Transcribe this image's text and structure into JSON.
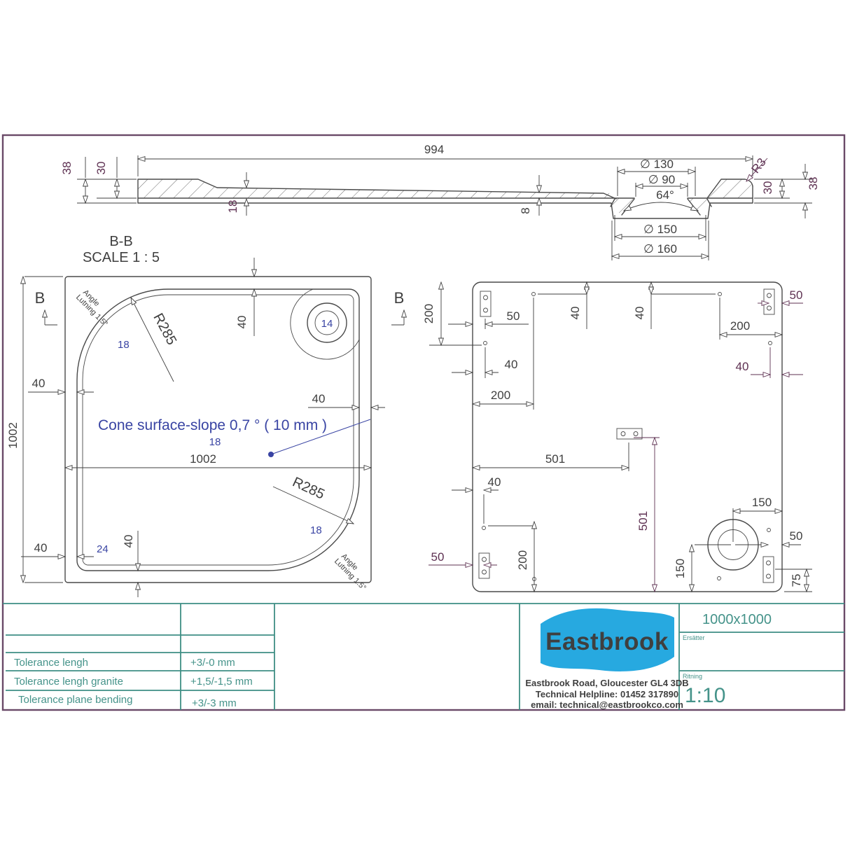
{
  "colors": {
    "border": "#6a4a68",
    "line": "#4a4a4a",
    "dim": "#3f3f3f",
    "maroon": "#5e3152",
    "blue": "#3944a3",
    "teal_line": "#3e8e84",
    "teal_text": "#45938a",
    "brand_blue": "#27a9e0"
  },
  "section": {
    "name_line1": "B-B",
    "name_line2": "SCALE 1 : 5",
    "length": "994",
    "h38_left": "38",
    "h30_left": "30",
    "t18": "18",
    "t8": "8",
    "d130": "∅ 130",
    "d90": "∅ 90",
    "angle": "64°",
    "d150": "∅ 150",
    "d160": "∅ 160",
    "r3": "R3",
    "h30_right": "30",
    "h38_right": "38"
  },
  "plan": {
    "marker_left": "B",
    "marker_right": "B",
    "angle_note_line1": "Angle",
    "angle_note_line2": "Lutning 1.5°",
    "radius_top": "R285",
    "radius_bottom": "R285",
    "width": "1002",
    "height": "1002",
    "rim_top": "40",
    "rim_left": "40",
    "rim_bottom_left": "40",
    "rim_bottom": "40",
    "rim_right": "40",
    "depth_tl": "18",
    "depth_c": "18",
    "depth_br": "18",
    "depth_bl": "24",
    "waste_depth": "14",
    "cone_note": "Cone surface-slope  0,7 ° ( 10 mm )"
  },
  "fixing": {
    "v200_tl": "200",
    "h50_tl": "50",
    "h40_l": "40",
    "h200_l": "200",
    "v40_t1": "40",
    "v40_t2": "40",
    "h200_tr": "200",
    "h50_tr": "50",
    "h40_r": "40",
    "h501": "501",
    "v501": "501",
    "h40_m": "40",
    "v200_b": "200",
    "h50_bl": "50",
    "h150_br": "150",
    "v150_br": "150",
    "h50_br": "50",
    "v75_br": "75"
  },
  "title_block": {
    "tolerances": [
      {
        "label": "Tolerance lengh",
        "value": "+3/-0 mm"
      },
      {
        "label": "Tolerance lengh granite",
        "value": "+1,5/-1,5 mm"
      },
      {
        "label": "Tolerance plane bending",
        "value": "+3/-3 mm"
      }
    ],
    "brand": "Eastbrook",
    "address": "Eastbrook Road, Gloucester GL4 3DB",
    "helpline": "Technical Helpline: 01452 317890",
    "email": "email: technical@eastbrookco.com",
    "product_size": "1000x1000",
    "replaces_label": "Ersätter",
    "drawing_label": "Ritning",
    "drawing_scale": "1:10"
  }
}
